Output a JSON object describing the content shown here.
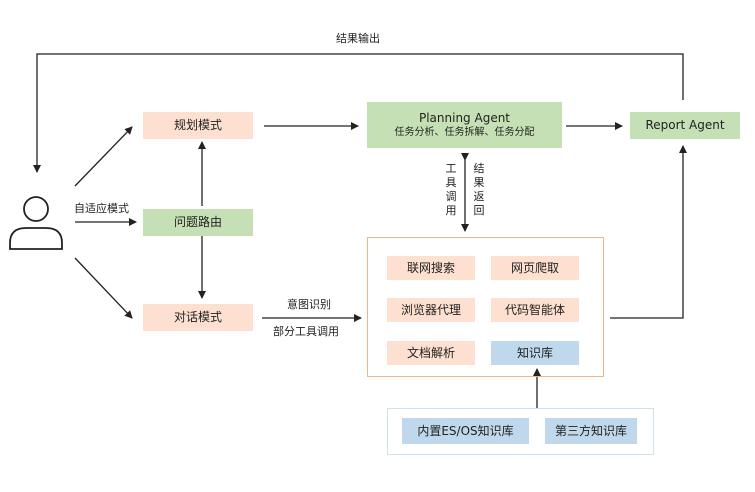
{
  "nodes": {
    "planning_mode": "规划模式",
    "question_routing": "问题路由",
    "chat_mode": "对话模式",
    "planning_agent_title": "Planning Agent",
    "planning_agent_sub": "任务分析、任务拆解、任务分配",
    "report_agent": "Report Agent"
  },
  "tools": {
    "web_search": "联网搜索",
    "web_crawl": "网页爬取",
    "browser_proxy": "浏览器代理",
    "code_agent": "代码智能体",
    "doc_parse": "文档解析",
    "knowledge_base": "知识库"
  },
  "kb": {
    "builtin": "内置ES/OS知识库",
    "third_party": "第三方知识库"
  },
  "labels": {
    "result_output": "结果输出",
    "adaptive_mode": "自适应模式",
    "tool_call": "工具调用",
    "result_return": "结果返回",
    "intent_recognition": "意图识别",
    "partial_tool_call": "部分工具调用"
  }
}
